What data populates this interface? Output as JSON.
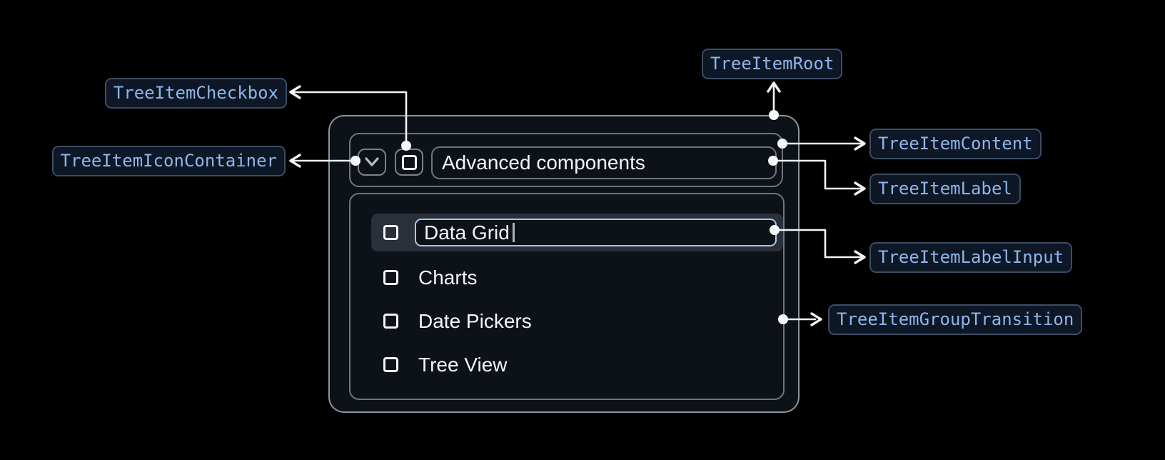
{
  "annotations": {
    "checkbox": "TreeItemCheckbox",
    "icon_container": "TreeItemIconContainer",
    "root": "TreeItemRoot",
    "content": "TreeItemContent",
    "label": "TreeItemLabel",
    "label_input": "TreeItemLabelInput",
    "group_transition": "TreeItemGroupTransition"
  },
  "tree": {
    "parent": {
      "label": "Advanced components",
      "expanded": true,
      "checked": false
    },
    "items": [
      {
        "label": "Data Grid",
        "editing": true,
        "checked": false
      },
      {
        "label": "Charts",
        "checked": false
      },
      {
        "label": "Date Pickers",
        "checked": false
      },
      {
        "label": "Tree View",
        "checked": false
      }
    ]
  },
  "icons": {
    "expand": "chevron-down-icon",
    "checkbox": "checkbox-unchecked-icon"
  },
  "colors": {
    "background": "#000000",
    "surface": "#0d1118",
    "chip_background": "#0e1726",
    "chip_border": "#3c4d63",
    "chip_text": "#8fb5ea",
    "input_focus_border": "#a6c8f7",
    "row_highlight": "#293039",
    "connector": "#f2f4f6",
    "box_border_gray": "#6e767e",
    "text": "#f4f5f6"
  }
}
